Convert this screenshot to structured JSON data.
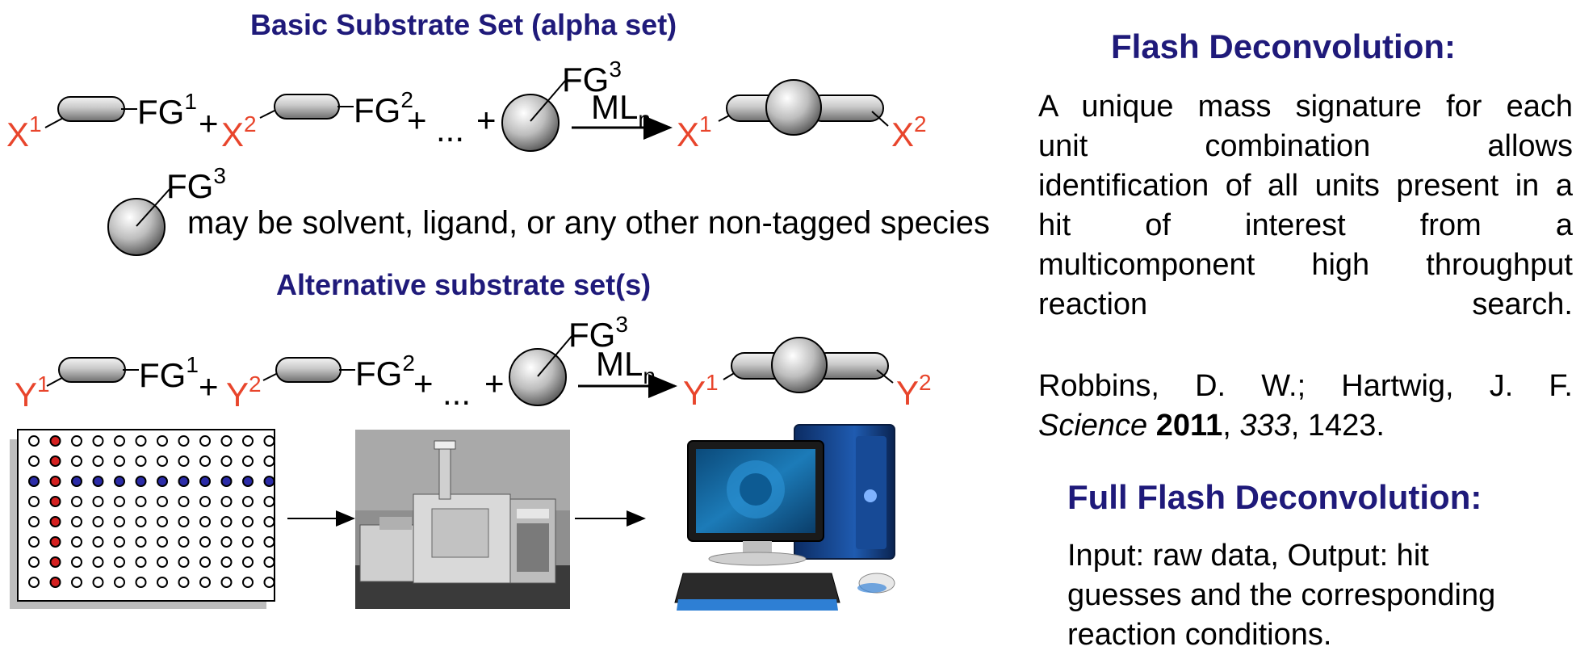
{
  "left": {
    "alpha_heading": "Basic Substrate Set (alpha set)",
    "alt_heading": "Alternative substrate set(s)",
    "species_note": "may be solvent, ligand, or any other non-tagged species",
    "alpha_row": {
      "x1_base": "X",
      "x1_sup": "1",
      "fg1_base": "FG",
      "fg1_sup": "1",
      "plus": "+",
      "x2_base": "X",
      "x2_sup": "2",
      "fg2_base": "FG",
      "fg2_sup": "2",
      "ellipsis": "...",
      "fg3_base": "FG",
      "fg3_sup": "3",
      "ml_base": "ML",
      "ml_sub": "n",
      "px1_base": "X",
      "px1_sup": "1",
      "px2_base": "X",
      "px2_sup": "2"
    },
    "note_fg3": {
      "base": "FG",
      "sup": "3"
    },
    "alt_row": {
      "y1_base": "Y",
      "y1_sup": "1",
      "fg1_base": "FG",
      "fg1_sup": "1",
      "plus": "+",
      "y2_base": "Y",
      "y2_sup": "2",
      "fg2_base": "FG",
      "fg2_sup": "2",
      "ellipsis": "...",
      "fg3_base": "FG",
      "fg3_sup": "3",
      "ml_base": "ML",
      "ml_sub": "n",
      "py1_base": "Y",
      "py1_sup": "1",
      "py2_base": "Y",
      "py2_sup": "2"
    },
    "colors": {
      "heading": "#1f1a7a",
      "label_red": "#e8452c",
      "well_red": "#d42020",
      "well_blue": "#2c2ca8"
    }
  },
  "right": {
    "flash_title": "Flash Deconvolution:",
    "flash_lines": [
      "A unique mass signature for each",
      "unit combination allows",
      "identification of all units present in a",
      "hit of interest from a",
      "multicomponent high throughput",
      "reaction search."
    ],
    "citation": {
      "authors": "Robbins, D. W.; Hartwig, J. F.",
      "journal": "Science",
      "year": "2011",
      "sep1": ",",
      "volume": "333",
      "pages": ", 1423."
    },
    "full_title": "Full Flash Deconvolution:",
    "full_lines": [
      "Input: raw data, Output: hit",
      "guesses and the corresponding",
      "reaction conditions."
    ]
  }
}
